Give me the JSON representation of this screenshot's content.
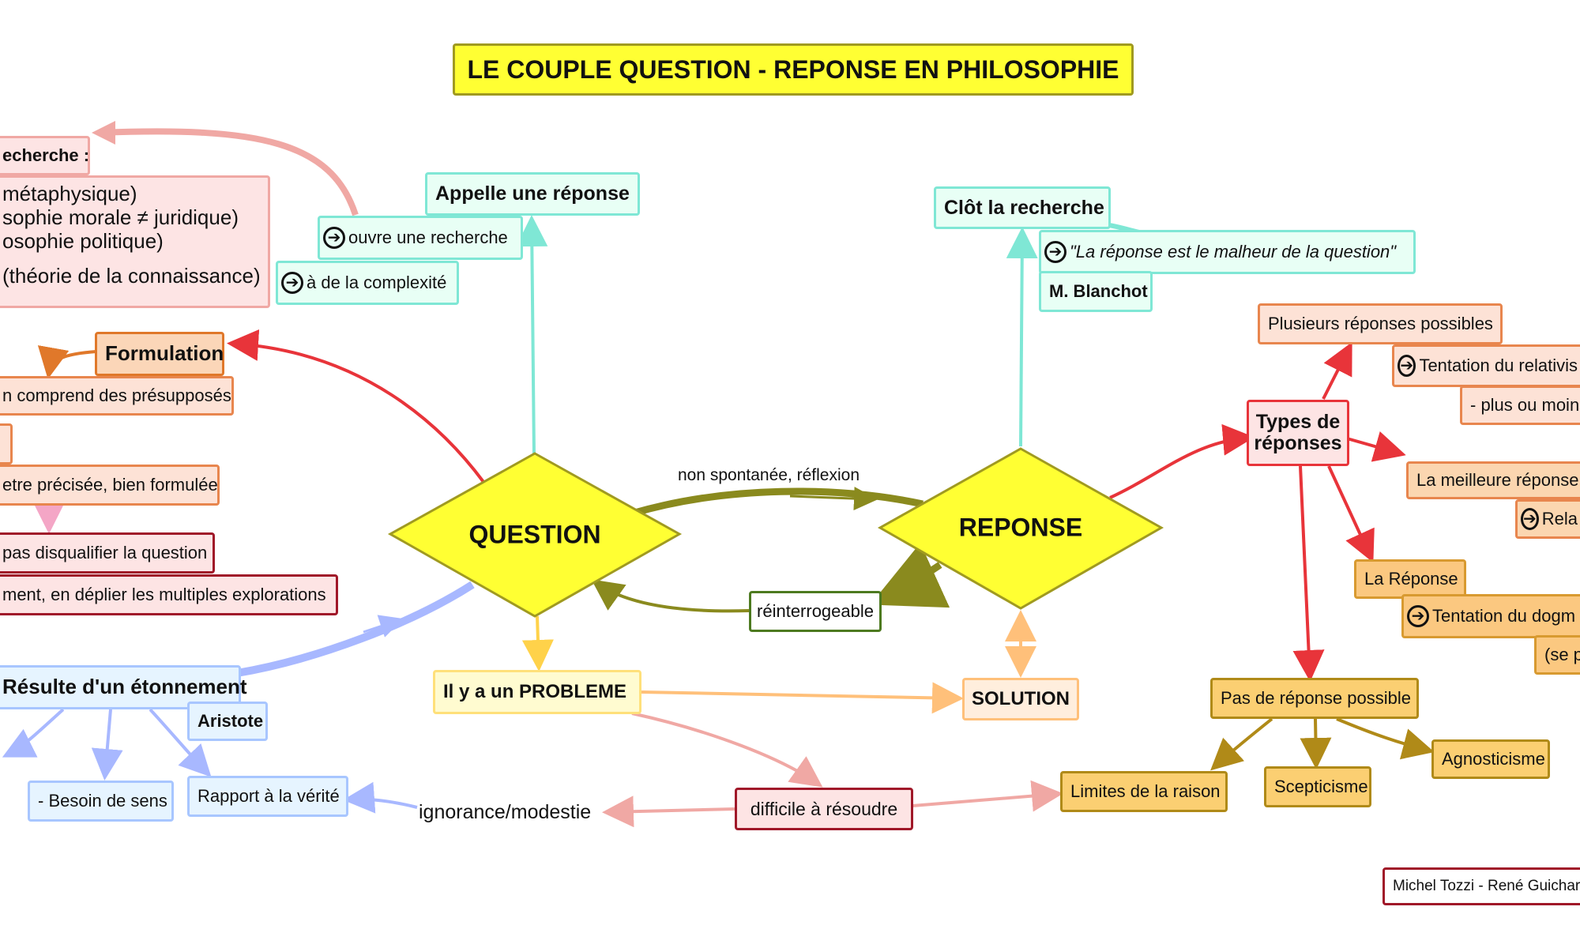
{
  "title": "LE COUPLE  QUESTION - REPONSE EN PHILOSOPHIE",
  "diamonds": {
    "question": "QUESTION",
    "reponse": "REPONSE"
  },
  "edge_labels": {
    "non_spontanee": "non spontanée, réflexion",
    "ignorance": "ignorance/modestie"
  },
  "left": {
    "recherche": "echerche :",
    "domains": [
      "métaphysique)",
      "sophie morale ≠ juridique)",
      "osophie politique)",
      "(théorie de la connaissance)"
    ],
    "ouvre": "ouvre une recherche",
    "complexite": "à de la complexité",
    "formulation": "Formulation",
    "presupposes": "n comprend des présupposés",
    "precisee": "etre précisée, bien formulée",
    "disqualifier": "pas disqualifier la question",
    "deplier": "ment, en déplier les multiples explorations",
    "etonnement": "Résulte d'un étonnement",
    "aristote": "Aristote",
    "besoin": "- Besoin de sens",
    "rapport": "Rapport à la vérité"
  },
  "question_branch": {
    "appelle": "Appelle une réponse",
    "probleme": "Il y a un PROBLEME",
    "difficile": "difficile à résoudre",
    "reinterrogeable": "réinterrogeable"
  },
  "reponse_branch": {
    "clot": "Clôt la recherche",
    "quote": "\"La réponse est le malheur de la question\"",
    "blanchot": "M. Blanchot",
    "solution": "SOLUTION"
  },
  "types": {
    "title": "Types de réponses",
    "plusieurs": "Plusieurs réponses possibles",
    "relativis": "Tentation du relativis",
    "plus_moins": "- plus ou moins",
    "meilleure": "La meilleure réponse",
    "rela": "Rela",
    "la_reponse": "La Réponse",
    "dogm": "Tentation du dogm",
    "sep": "(se p",
    "pas_de": "Pas de réponse possible",
    "limites": "Limites de la raison",
    "scepticisme": "Scepticisme",
    "agnosticisme": "Agnosticisme"
  },
  "credit": "Michel Tozzi - René Guichar",
  "colors": {
    "diamond_fill": "#ffff33",
    "diamond_stroke": "#a09a20",
    "red": "#e8343a",
    "olive": "#8a8a1e",
    "cyan": "#7fe7d5",
    "blue": "#a8b8ff",
    "salmon": "#f0a8a4",
    "orange": "#e0782a",
    "gold": "#b08a18",
    "yellow": "#ffe07a",
    "peach": "#ffc07a"
  },
  "icons": {
    "circle_arrow": "➔"
  }
}
